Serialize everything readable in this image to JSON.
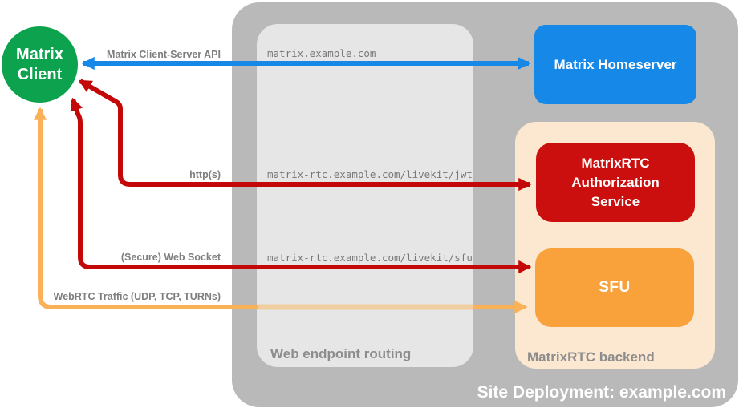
{
  "client": {
    "label": "Matrix Client",
    "color": "#0CA24E"
  },
  "groups": {
    "site": {
      "caption": "Site Deployment: example.com",
      "bg": "#B9B9B9"
    },
    "routing": {
      "caption": "Web endpoint routing",
      "bg": "#E6E6E6"
    },
    "backend": {
      "caption": "MatrixRTC backend",
      "bg": "#FCE8D1"
    }
  },
  "nodes": {
    "homeserver": {
      "label": "Matrix Homeserver",
      "color": "#1588E8"
    },
    "auth_service": {
      "label": "MatrixRTC Authorization Service",
      "color": "#CB0E0E"
    },
    "sfu": {
      "label": "SFU",
      "color": "#F9A23C"
    }
  },
  "connections": [
    {
      "id": "client-server-api",
      "label": "Matrix Client-Server API",
      "endpoint": "matrix.example.com",
      "color": "#1588E8",
      "direction": "bidirectional"
    },
    {
      "id": "https",
      "label": "http(s)",
      "endpoint": "matrix-rtc.example.com/livekit/jwt",
      "color": "#C40808",
      "direction": "bidirectional"
    },
    {
      "id": "websocket",
      "label": "(Secure) Web Socket",
      "endpoint": "matrix-rtc.example.com/livekit/sfu",
      "color": "#C40808",
      "direction": "bidirectional"
    },
    {
      "id": "webrtc",
      "label": "WebRTC Traffic (UDP, TCP, TURNs)",
      "endpoint": "",
      "color": "#FBB157",
      "direction": "bidirectional"
    }
  ]
}
